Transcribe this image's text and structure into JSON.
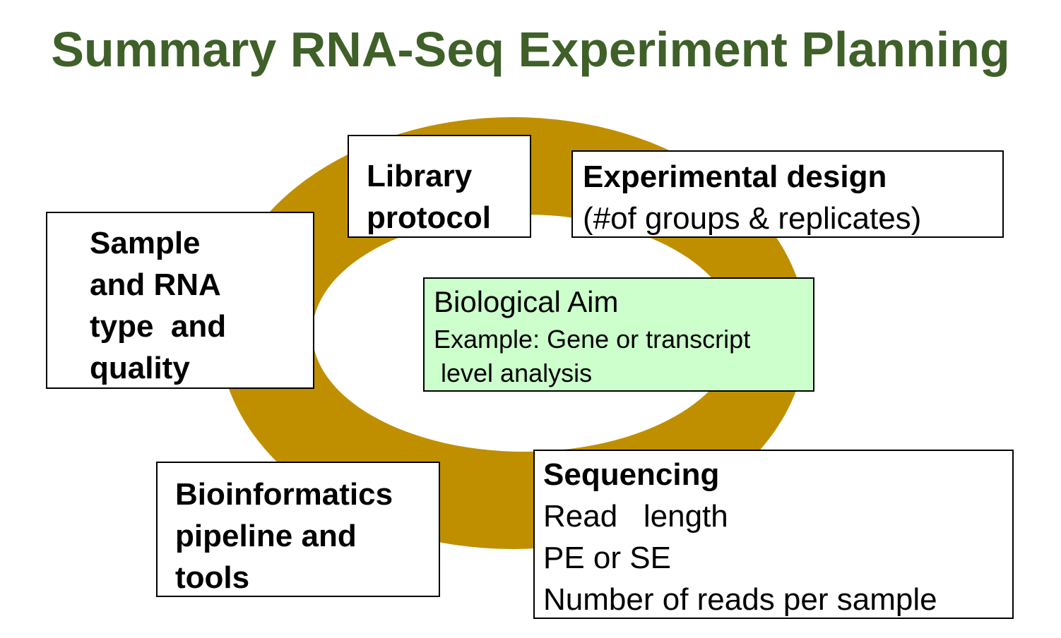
{
  "title": {
    "text": "Summary RNA-Seq Experiment Planning",
    "color": "#3f6028"
  },
  "colors": {
    "ring": "#bf8f00",
    "aim_fill": "#ccffcc",
    "box_border": "#000000",
    "box_fill": "#ffffff"
  },
  "boxes": {
    "library": {
      "lines": [
        "Library",
        "protocol"
      ]
    },
    "design": {
      "heading": "Experimental design",
      "detail": "(#of groups & replicates)"
    },
    "sample": {
      "lines": [
        "Sample",
        "and RNA",
        "type  and",
        "quality"
      ]
    },
    "aim": {
      "heading": "Biological Aim",
      "detail_lines": [
        "Example: Gene or transcript",
        " level analysis"
      ]
    },
    "bioinformatics": {
      "lines": [
        "Bioinformatics",
        "pipeline and",
        "tools"
      ]
    },
    "sequencing": {
      "heading": "Sequencing",
      "items": [
        "Read   length",
        "PE or SE",
        "Number of reads per sample"
      ]
    }
  }
}
